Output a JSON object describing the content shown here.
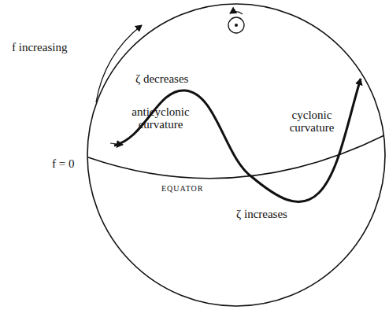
{
  "diagram": {
    "labels": [
      "f increasing",
      "f = 0",
      "ζ decreases",
      "anticyclonic curvature",
      "cyclonic curvature",
      "EQUATOR",
      "ζ increases"
    ]
  }
}
